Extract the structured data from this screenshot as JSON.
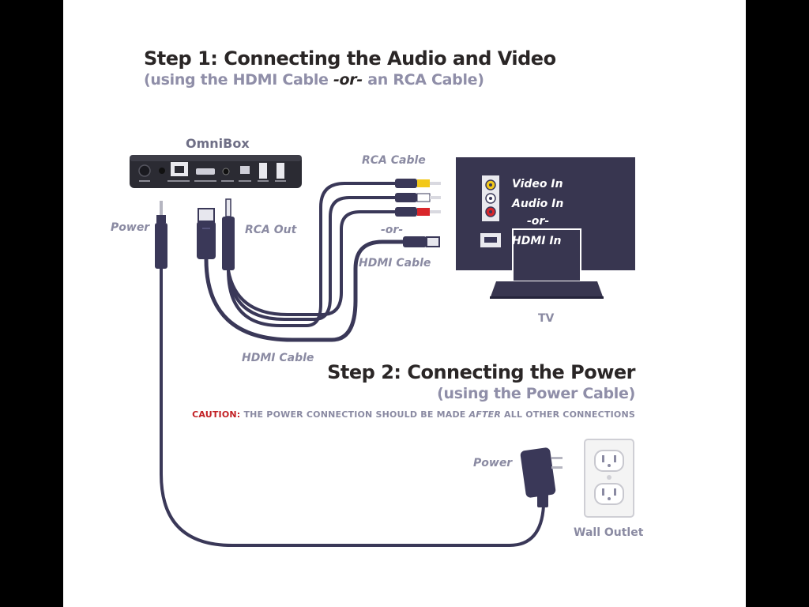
{
  "step1": {
    "title": "Step 1: Connecting the Audio and Video",
    "subtitle_pre": "(using the HDMI Cable ",
    "subtitle_or": "-or-",
    "subtitle_post": " an RCA Cable)"
  },
  "device": {
    "name": "OmniBox"
  },
  "labels": {
    "power_left": "Power",
    "rca_out": "RCA Out",
    "rca_cable": "RCA Cable",
    "or_mid": "-or-",
    "hdmi_cable_top": "HDMI Cable",
    "hdmi_cable_bottom": "HDMI Cable",
    "tv": "TV",
    "power_adapter": "Power",
    "wall_outlet": "Wall Outlet"
  },
  "tv_inputs": {
    "video_in": "Video In",
    "audio_in": "Audio In",
    "or": "-or-",
    "hdmi_in": "HDMI In"
  },
  "step2": {
    "title": "Step 2: Connecting the Power",
    "subtitle": "(using the Power Cable)",
    "caution_label": "CAUTION:",
    "caution_pre": " THE POWER CONNECTION SHOULD BE MADE ",
    "caution_after": "AFTER",
    "caution_post": " ALL OTHER CONNECTIONS"
  },
  "colors": {
    "cable": "#3a3858",
    "device": "#2b2b33",
    "tv_screen": "#383650",
    "rca_yellow": "#f2c81a",
    "rca_red": "#d9262b",
    "caution": "#c21f23"
  }
}
